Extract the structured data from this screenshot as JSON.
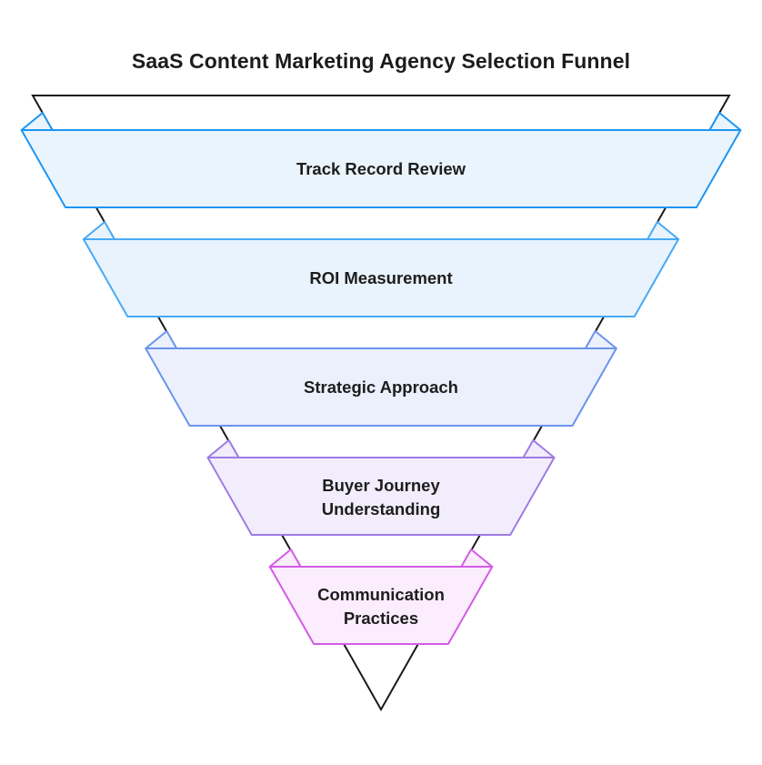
{
  "title": "SaaS Content Marketing Agency Selection Funnel",
  "colors": {
    "background": "#ffffff",
    "outline": "#1a1a1a",
    "label_text": "#1d1d1d"
  },
  "funnel": {
    "stages": [
      {
        "label": "Track Record Review",
        "lines": [
          "Track Record Review"
        ],
        "fill": "#eaf4fd",
        "stroke": "#1e96f3"
      },
      {
        "label": "ROI Measurement",
        "lines": [
          "ROI Measurement"
        ],
        "fill": "#e8f3fd",
        "stroke": "#47a9f5"
      },
      {
        "label": "Strategic Approach",
        "lines": [
          "Strategic Approach"
        ],
        "fill": "#ecf0fc",
        "stroke": "#6b94ec"
      },
      {
        "label": "Buyer Journey Understanding",
        "lines": [
          "Buyer Journey",
          "Understanding"
        ],
        "fill": "#f2edfc",
        "stroke": "#9e7be5"
      },
      {
        "label": "Communication Practices",
        "lines": [
          "Communication",
          "Practices"
        ],
        "fill": "#fbedfd",
        "stroke": "#d35be6"
      }
    ]
  }
}
